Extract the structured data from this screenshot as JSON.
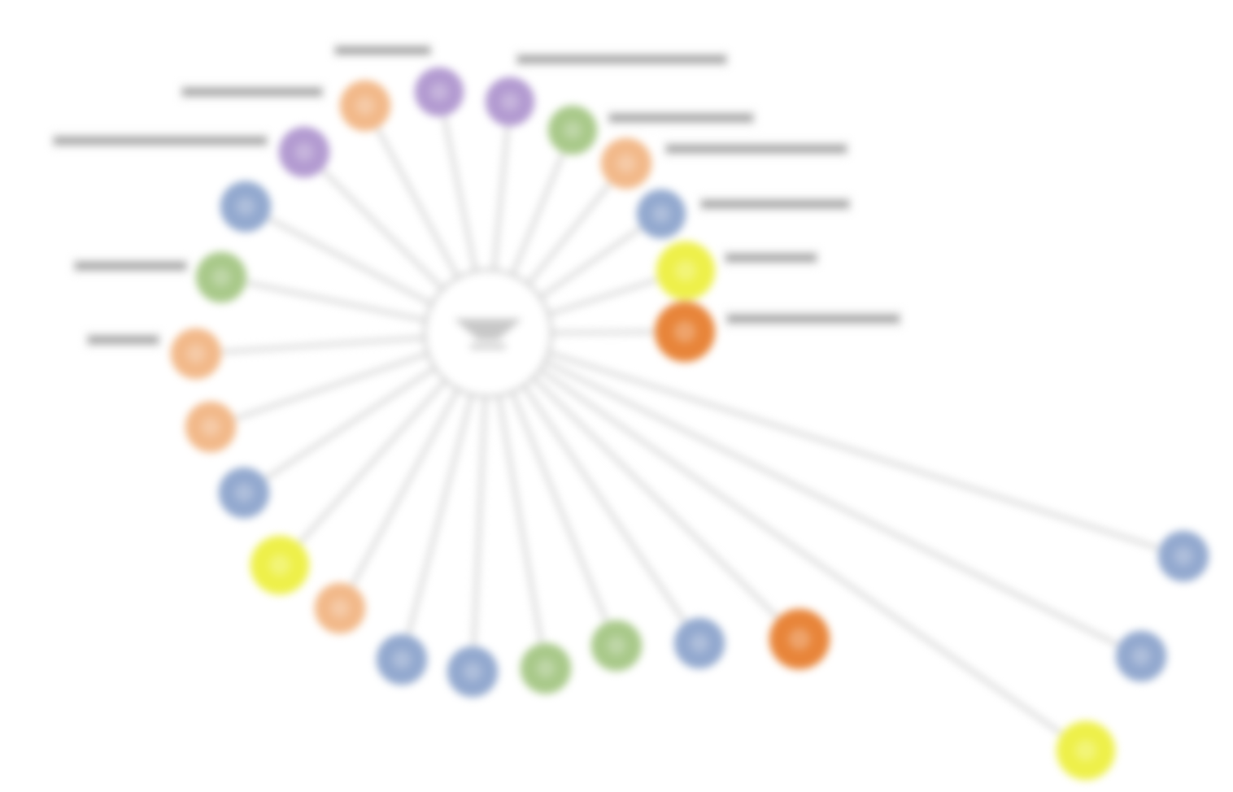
{
  "colors": {
    "purple": "#b39bd1",
    "peach": "#f2b98a",
    "green": "#a9c98a",
    "blue": "#93a9cf",
    "yellow": "#eef04a",
    "orange": "#e8853a",
    "edge": "#d6d6d6",
    "center_stroke": "#cfcfcf",
    "label": "#8a8a8a"
  },
  "graph": {
    "center": {
      "icon": "hub-node-icon"
    },
    "nodes": [
      {
        "id": "n1",
        "color": "purple"
      },
      {
        "id": "n2",
        "color": "purple"
      },
      {
        "id": "n3",
        "color": "peach"
      },
      {
        "id": "n4",
        "color": "green"
      },
      {
        "id": "n5",
        "color": "peach"
      },
      {
        "id": "n6",
        "color": "blue"
      },
      {
        "id": "n7",
        "color": "purple"
      },
      {
        "id": "n8",
        "color": "yellow"
      },
      {
        "id": "n9",
        "color": "orange"
      },
      {
        "id": "n10",
        "color": "blue"
      },
      {
        "id": "n11",
        "color": "green"
      },
      {
        "id": "n12",
        "color": "peach"
      },
      {
        "id": "n13",
        "color": "peach"
      },
      {
        "id": "n14",
        "color": "blue"
      },
      {
        "id": "n15",
        "color": "yellow"
      },
      {
        "id": "n16",
        "color": "peach"
      },
      {
        "id": "n17",
        "color": "blue"
      },
      {
        "id": "n18",
        "color": "blue"
      },
      {
        "id": "n19",
        "color": "green"
      },
      {
        "id": "n20",
        "color": "green"
      },
      {
        "id": "n21",
        "color": "blue"
      },
      {
        "id": "n22",
        "color": "orange"
      },
      {
        "id": "n23",
        "color": "blue"
      },
      {
        "id": "n24",
        "color": "blue"
      },
      {
        "id": "n25",
        "color": "yellow"
      }
    ]
  }
}
